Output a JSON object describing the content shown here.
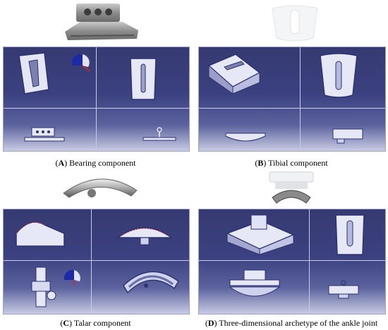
{
  "panels": [
    {
      "id": "A",
      "letter": "A",
      "text": "Bearing component"
    },
    {
      "id": "B",
      "letter": "B",
      "text": "Tibial component"
    },
    {
      "id": "C",
      "letter": "C",
      "text": "Talar component"
    },
    {
      "id": "D",
      "letter": "D",
      "text": "Three-dimensional archetype of the ankle joint"
    }
  ],
  "colors": {
    "cad_bg_top": "#363a72",
    "cad_bg_bottom": "#c8cbe3",
    "grid_line": "#c9cce6",
    "part_fill": "#d9dcf1",
    "part_stroke": "#3a3f78"
  }
}
